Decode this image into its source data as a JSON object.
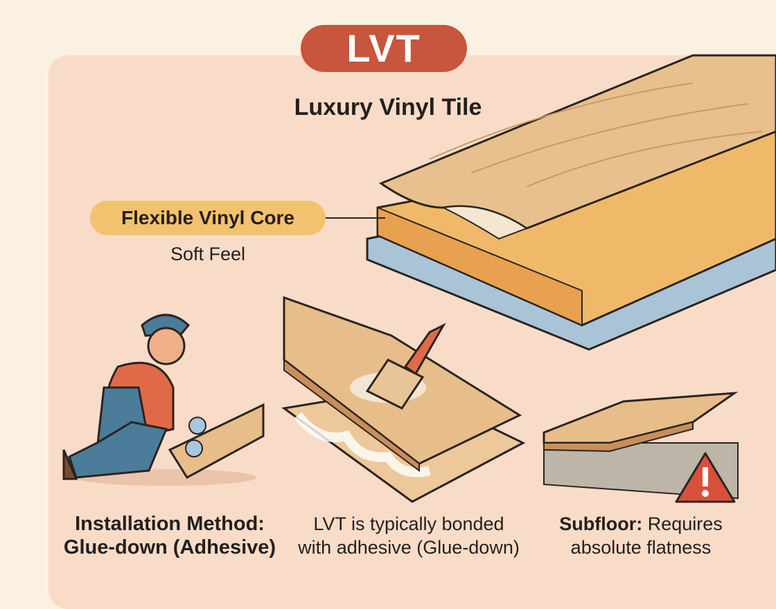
{
  "header": {
    "badge": "LVT",
    "title": "Luxury Vinyl Tile"
  },
  "callout": {
    "label": "Flexible Vinyl Core",
    "sublabel": "Soft Feel"
  },
  "captions": {
    "installation": {
      "line1": "Installation Method:",
      "line2": "Glue-down (Adhesive)"
    },
    "bonding": {
      "line1": "LVT is typically bonded",
      "line2": "with adhesive (Glue-down)"
    },
    "subfloor": {
      "bold": "Subfloor:",
      "line1_rest": " Requires",
      "line2": "absolute flatness"
    }
  },
  "colors": {
    "badge": "#c8553d",
    "callout": "#f3c26e",
    "panel": "#f8dcc8",
    "background": "#fbf1e3",
    "warning": "#d9503a"
  }
}
